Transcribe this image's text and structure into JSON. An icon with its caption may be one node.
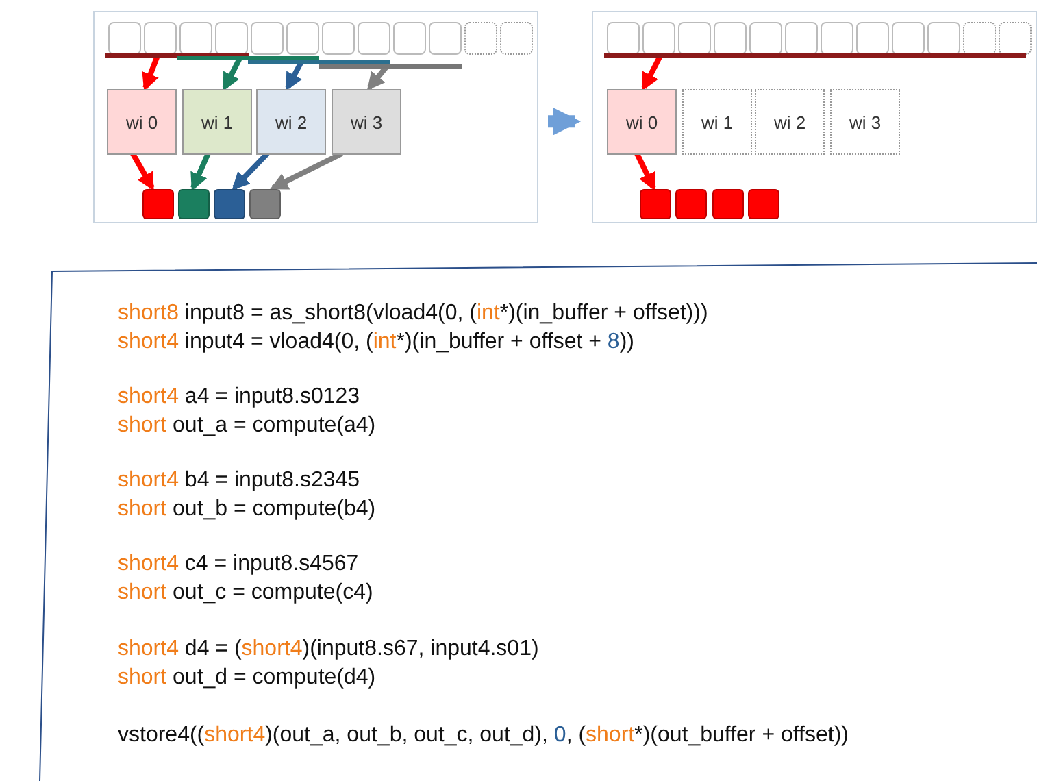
{
  "diagram": {
    "nodes": [
      {
        "text": [],
        "shape": "box"
      },
      {
        "text": [],
        "shape": "box",
        "in": 0
      },
      {
        "text": [],
        "shape": "box",
        "in": 0
      },
      {
        "text": [],
        "shape": "box",
        "in": 0
      },
      {
        "text": [],
        "shape": "box",
        "in": 0
      },
      {
        "text": [],
        "shape": "box",
        "in": 0
      },
      {
        "text": [],
        "shape": "box",
        "in": 0
      },
      {
        "text": [],
        "shape": "box",
        "in": 0
      },
      {
        "text": [],
        "shape": "box",
        "in": 0
      },
      {
        "text": [],
        "shape": "box",
        "in": 0
      },
      {
        "text": [],
        "shape": "box",
        "in": 0
      },
      {
        "text": [],
        "shape": "box",
        "in": 0
      },
      {
        "text": [],
        "shape": "box",
        "in": 0
      },
      {
        "text": [],
        "shape": "bar",
        "in": 0
      },
      {
        "text": [],
        "shape": "bar",
        "in": 0
      },
      {
        "text": [],
        "shape": "bar",
        "in": 0
      },
      {
        "text": [],
        "shape": "bar",
        "in": 0
      },
      {
        "text": [
          "wi 0"
        ],
        "in": 0
      },
      {
        "text": [
          "wi 1"
        ],
        "in": 0
      },
      {
        "text": [
          "wi 2"
        ],
        "in": 0
      },
      {
        "text": [
          "wi 3"
        ],
        "in": 0
      },
      {
        "text": [],
        "shape": "box",
        "in": 0
      },
      {
        "text": [],
        "shape": "box",
        "in": 0
      },
      {
        "text": [],
        "shape": "box",
        "in": 0
      },
      {
        "text": [],
        "shape": "box",
        "in": 0
      },
      {
        "text": [],
        "shape": "box"
      },
      {
        "text": [],
        "shape": "box",
        "in": 25
      },
      {
        "text": [],
        "shape": "box",
        "in": 25
      },
      {
        "text": [],
        "shape": "box",
        "in": 25
      },
      {
        "text": [],
        "shape": "box",
        "in": 25
      },
      {
        "text": [],
        "shape": "box",
        "in": 25
      },
      {
        "text": [],
        "shape": "box",
        "in": 25
      },
      {
        "text": [],
        "shape": "box",
        "in": 25
      },
      {
        "text": [],
        "shape": "box",
        "in": 25
      },
      {
        "text": [],
        "shape": "box",
        "in": 25
      },
      {
        "text": [],
        "shape": "box",
        "in": 25
      },
      {
        "text": [],
        "shape": "box",
        "in": 25
      },
      {
        "text": [],
        "shape": "box",
        "in": 25
      },
      {
        "text": [],
        "shape": "bar",
        "in": 25
      },
      {
        "text": [
          "wi 0"
        ],
        "in": 25
      },
      {
        "text": [
          "wi 1"
        ],
        "in": 25
      },
      {
        "text": [
          "wi 2"
        ],
        "in": 25
      },
      {
        "text": [
          "wi 3"
        ],
        "in": 25
      },
      {
        "text": [],
        "shape": "box",
        "in": 25
      },
      {
        "text": [],
        "shape": "box",
        "in": 25
      },
      {
        "text": [],
        "shape": "box",
        "in": 25
      },
      {
        "text": [],
        "shape": "box",
        "in": 25
      },
      {
        "text": [
          "short8 input8 = as_short8(vload4(0, (int*)(in_buffer + offset)))",
          "short4 input4 = vload4(0, (int*)(in_buffer + offset + 8))",
          "short4 a4 = input8.s0123",
          "short out_a = compute(a4)",
          "short4 b4 = input8.s2345",
          "short out_b = compute(b4)",
          "short4 c4 = input8.s4567",
          "short out_c = compute(c4)",
          "short4 d4 = (short4)(input8.s67, input4.s01)",
          "short out_d = compute(d4)",
          "vstore4((short4)(out_a, out_b, out_c, out_d), 0, (short*)(out_buffer + offset))"
        ]
      }
    ],
    "edges": [
      {
        "from": 13,
        "to": 17,
        "arrow": "to"
      },
      {
        "from": 14,
        "to": 18,
        "arrow": "to",
        "color": "#1b7f5f"
      },
      {
        "from": 15,
        "to": 19,
        "arrow": "to",
        "color": "#2b5f96"
      },
      {
        "from": 16,
        "to": 20,
        "arrow": "to",
        "color": "#808080"
      },
      {
        "from": 17,
        "to": 21,
        "arrow": "to"
      },
      {
        "from": 18,
        "to": 22,
        "arrow": "to",
        "color": "#1b7f5f"
      },
      {
        "from": 19,
        "to": 23,
        "arrow": "to",
        "color": "#2b5f96"
      },
      {
        "from": 20,
        "to": 24,
        "arrow": "to",
        "color": "#808080"
      },
      {
        "from": 0,
        "to": 25,
        "arrow": "to",
        "style": "thick",
        "color": "#6f9fd8"
      },
      {
        "from": 38,
        "to": 39,
        "arrow": "to"
      },
      {
        "from": 39,
        "to": 43,
        "arrow": "to"
      }
    ]
  }
}
